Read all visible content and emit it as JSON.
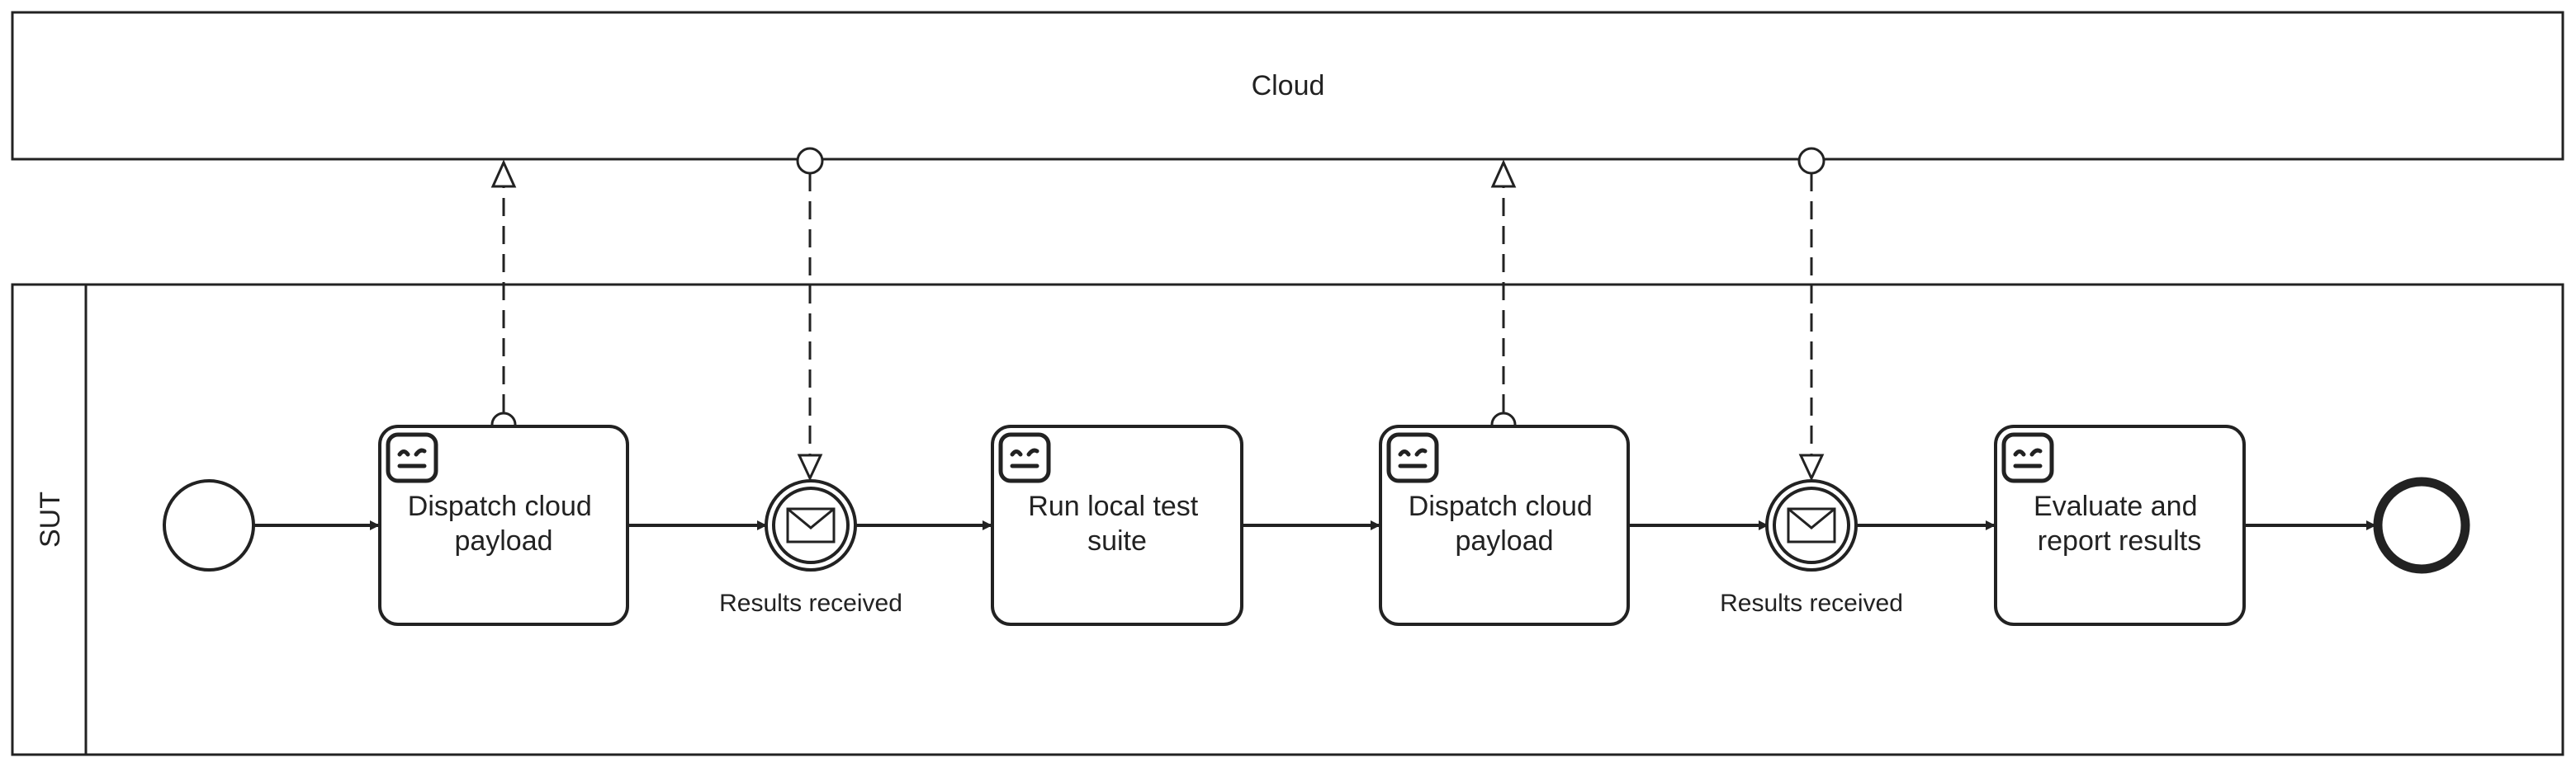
{
  "colors": {
    "stroke": "#222222",
    "fill": "#ffffff",
    "text": "#222222"
  },
  "pools": {
    "cloud": {
      "label": "Cloud"
    },
    "sut": {
      "label": "SUT"
    }
  },
  "tasks": [
    {
      "label_line1": "Dispatch cloud",
      "label_line2": "payload",
      "icon": "robot-icon"
    },
    {
      "label_line1": "Run local test",
      "label_line2": "suite",
      "icon": "robot-icon"
    },
    {
      "label_line1": "Dispatch cloud",
      "label_line2": "payload",
      "icon": "robot-icon"
    },
    {
      "label_line1": "Evaluate and",
      "label_line2": "report results",
      "icon": "robot-icon"
    }
  ],
  "events": {
    "start": {
      "type": "start"
    },
    "message_catch": [
      {
        "label": "Results received",
        "icon": "envelope-icon"
      },
      {
        "label": "Results received",
        "icon": "envelope-icon"
      }
    ],
    "end": {
      "type": "end"
    }
  }
}
